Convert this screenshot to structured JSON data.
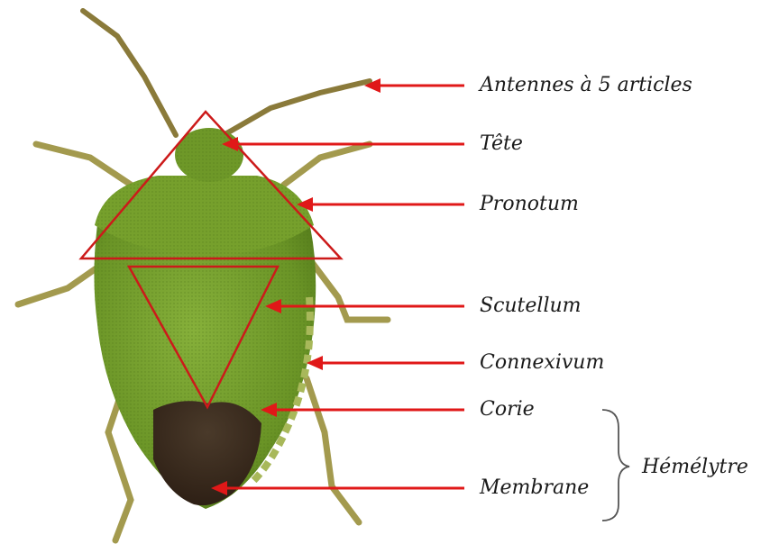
{
  "labels": {
    "antennes": "Antennes à 5 articles",
    "tete": "Tête",
    "pronotum": "Pronotum",
    "scutellum": "Scutellum",
    "connexivum": "Connexivum",
    "corie": "Corie",
    "membrane": "Membrane",
    "hemelytre": "Hémélytre"
  },
  "colors": {
    "arrow": "#e01818",
    "triangle": "#cc1a1a",
    "body_green": "#6f9a2a",
    "body_dark_green": "#557c1c",
    "membrane_dark": "#3a2a1e",
    "legs": "#9a9a4a",
    "text": "#1a1a1a"
  }
}
